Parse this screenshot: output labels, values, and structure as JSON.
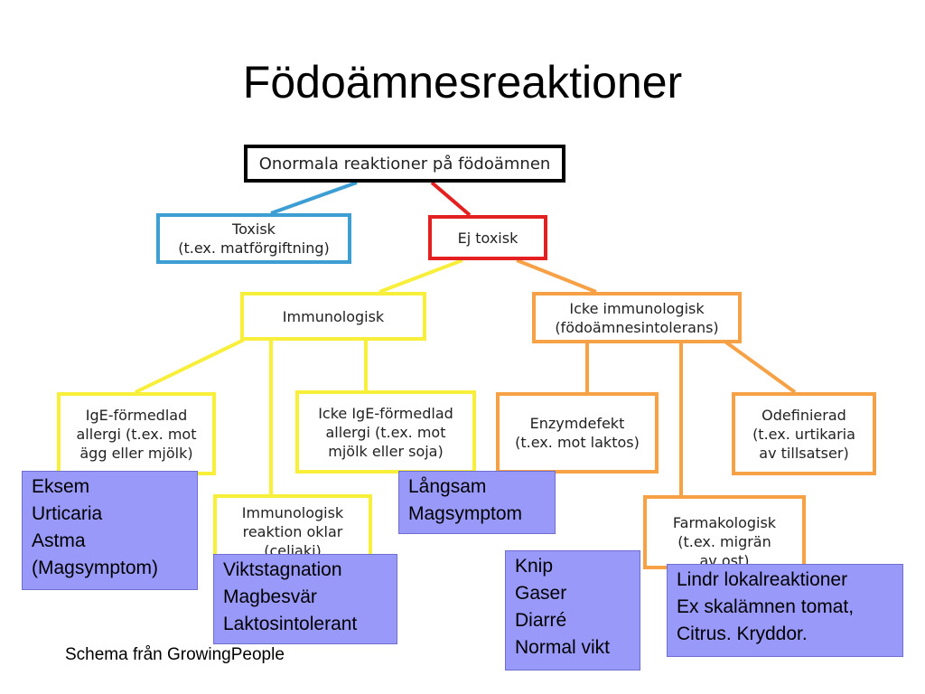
{
  "title": "Födoämnesreaktioner",
  "nodes": {
    "root": "Onormala reaktioner på födoämnen",
    "toxisk": "Toxisk\n(t.ex. matförgiftning)",
    "ej_toxisk": "Ej toxisk",
    "immunologisk": "Immunologisk",
    "icke_immunologisk": "Icke immunologisk\n(födoämnesintolerans)",
    "ige": "IgE-förmedlad\nallergi (t.ex. mot\nägg eller mjölk)",
    "icke_ige": "Icke IgE-förmedlad\nallergi (t.ex. mot\nmjölk eller soja)",
    "imm_oklar": "Immunologisk\nreaktion oklar\n(celiaki)",
    "enzymdefekt": "Enzymdefekt\n(t.ex. mot laktos)",
    "odefinierad": "Odefinierad\n(t.ex. urtikaria\nav tillsatser)",
    "farmakologisk": "Farmakologisk\n(t.ex. migrän\nav ost)"
  },
  "notes": {
    "ige": [
      "Eksem",
      "Urticaria",
      "Astma",
      "(Magsymptom)"
    ],
    "icke_ige": [
      "Långsam",
      "Magsymptom"
    ],
    "imm_oklar": [
      "Viktstagnation",
      "Magbesvär",
      "Laktosintolerant"
    ],
    "enzymdefekt": [
      "Knip",
      "Gaser",
      "Diarré",
      "Normal vikt"
    ],
    "farmakologisk": [
      "Lindr lokalreaktioner",
      "Ex skalämnen tomat,",
      "Citrus. Kryddor."
    ]
  },
  "caption": "Schema från GrowingPeople",
  "colors": {
    "toxic_blue": "#3d9ed3",
    "nontoxic_red": "#e3201f",
    "immunological_yellow": "#f8ef3a",
    "nonimmunological_orange": "#f7a146",
    "note_fill": "#9999f9"
  }
}
